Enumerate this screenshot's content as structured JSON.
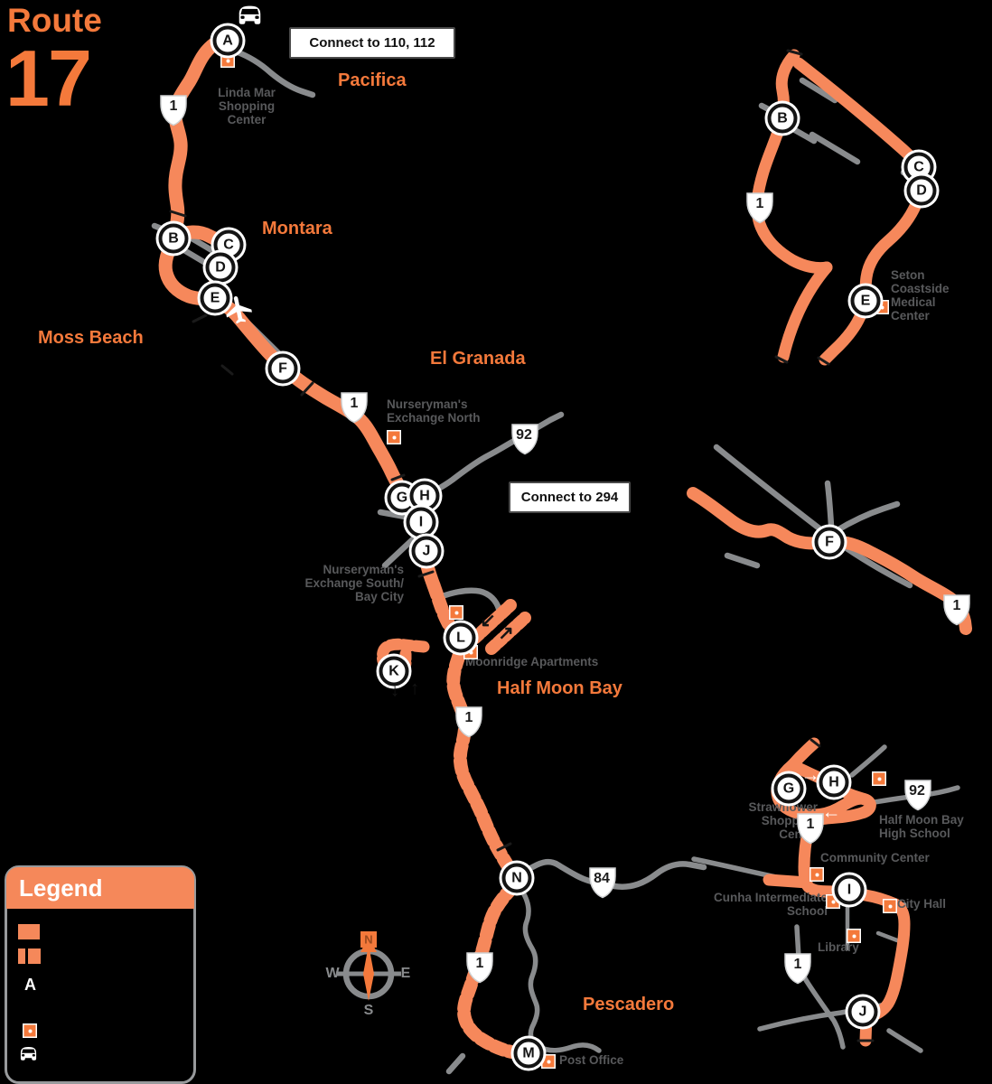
{
  "title": {
    "word": "Route",
    "number": "17"
  },
  "connect": {
    "box1": "Connect to 110, 112",
    "box2": "Connect to 294"
  },
  "cities": {
    "pacifica": "Pacifica",
    "montara": "Montara",
    "moss_beach": "Moss Beach",
    "el_granada": "El Granada",
    "half_moon_bay": "Half Moon Bay",
    "pescadero": "Pescadero"
  },
  "places": {
    "linda_mar": "Linda Mar\nShopping\nCenter",
    "nurserymans_north": "Nurseryman's\nExchange North",
    "nurserymans_south": "Nurseryman's\nExchange South/\nBay City",
    "moonridge": "Moonridge Apartments",
    "post_office": "Post Office",
    "seton": "Seton\nCoastside\nMedical\nCenter",
    "strawflower": "Strawflower\nShopping\nCenter",
    "hmb_high": "Half Moon Bay\nHigh School",
    "community_center": "Community Center",
    "cunha": "Cunha Intermediate\nSchool",
    "city_hall": "City Hall",
    "library": "Library"
  },
  "stops": {
    "a": "A",
    "b": "B",
    "c": "C",
    "d": "D",
    "e": "E",
    "f": "F",
    "g": "G",
    "h": "H",
    "i": "I",
    "j": "J",
    "k": "K",
    "l": "L",
    "m": "M",
    "n": "N"
  },
  "shields": {
    "one": "1",
    "ninety_two": "92",
    "eighty_four": "84"
  },
  "compass": {
    "n": "N",
    "e": "E",
    "s": "S",
    "w": "W"
  },
  "legend": {
    "header": "Legend",
    "timepoint_letter": "A"
  },
  "arrows": {
    "down": "↓",
    "up": "↑",
    "sw": "↙",
    "ne": "↗",
    "right": "→",
    "left": "←"
  },
  "colors": {
    "route_orange": "#F6885B",
    "text_orange": "#F4793B",
    "road_gray": "#898B8D",
    "label_gray": "#58595B",
    "background": "#000000"
  }
}
